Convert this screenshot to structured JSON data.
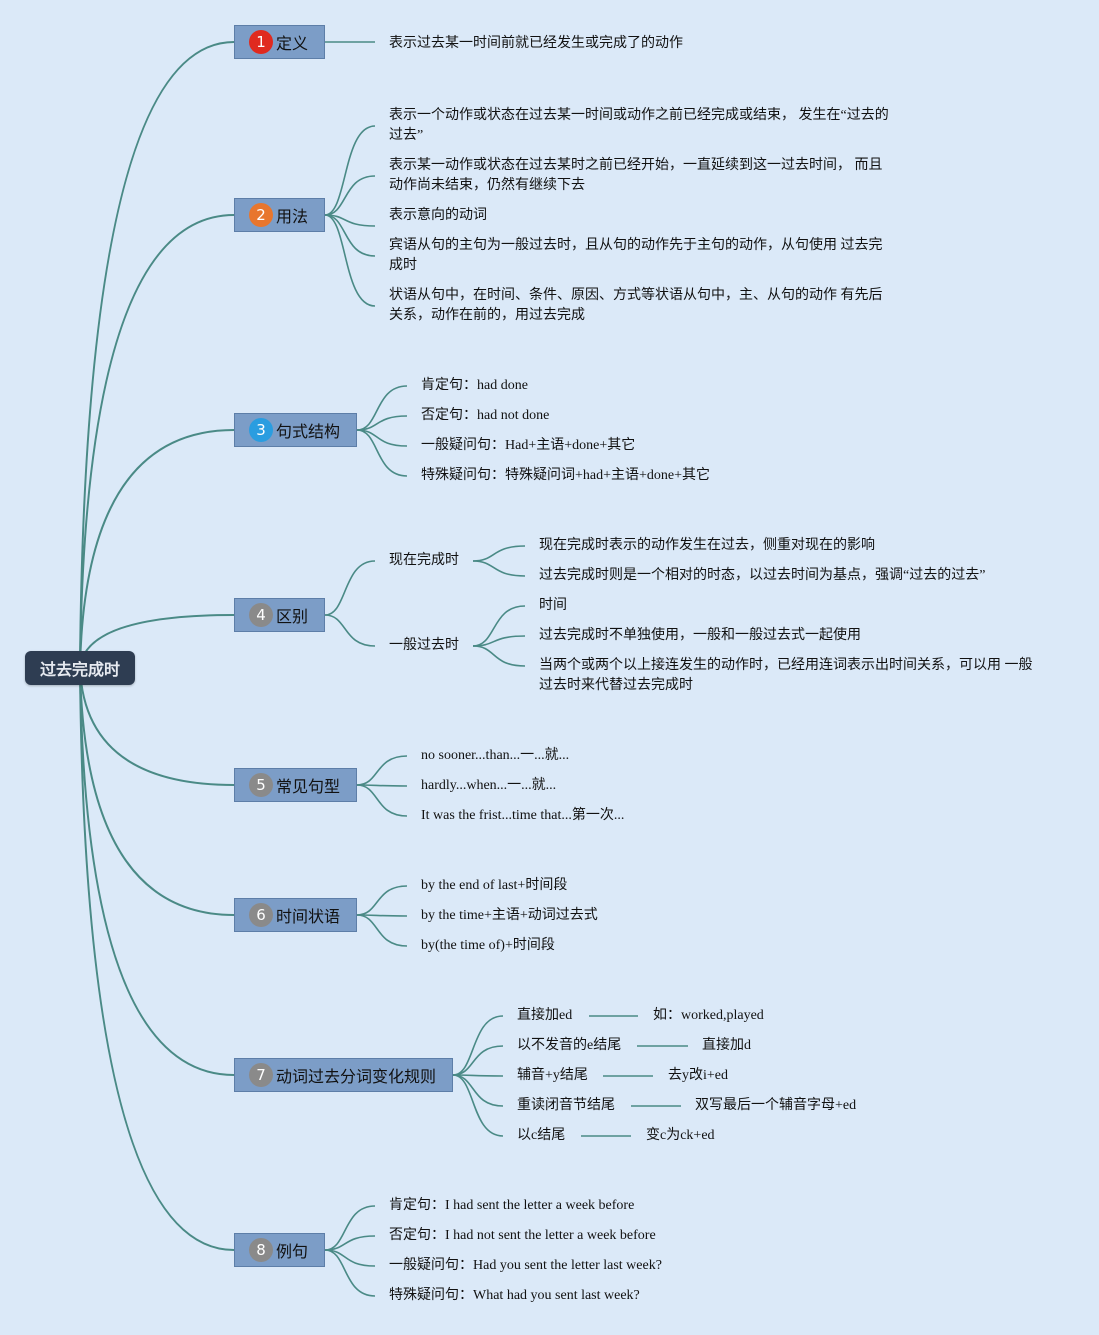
{
  "colors": {
    "background": "#dbe9f8",
    "link": "#4a8a86",
    "root": "#2e3d52",
    "topic": "#7c9dc7"
  },
  "root": "过去完成时",
  "topics": [
    {
      "num": "1",
      "badge_color": "#e02a1f",
      "label": "定义",
      "items": [
        "表示过去某一时间前就已经发生或完成了的动作"
      ]
    },
    {
      "num": "2",
      "badge_color": "#e8762d",
      "label": "用法",
      "items": [
        "表示一个动作或状态在过去某一时间或动作之前已经完成或结束， 发生在“过去的过去”",
        "表示某一动作或状态在过去某时之前已经开始，一直延续到这一过去时间， 而且动作尚未结束，仍然有继续下去",
        "表示意向的动词",
        "宾语从句的主句为一般过去时，且从句的动作先于主句的动作，从句使用 过去完成时",
        "状语从句中，在时间、条件、原因、方式等状语从句中，主、从句的动作 有先后关系，动作在前的，用过去完成"
      ]
    },
    {
      "num": "3",
      "badge_color": "#2a9de0",
      "label": "句式结构",
      "items": [
        "肯定句：had done",
        "否定句：had not done",
        "一般疑问句：Had+主语+done+其它",
        "特殊疑问句：特殊疑问词+had+主语+done+其它"
      ]
    },
    {
      "num": "4",
      "badge_color": "#8a8a8a",
      "label": "区别",
      "groups": [
        {
          "label": "现在完成时",
          "items": [
            "现在完成时表示的动作发生在过去，侧重对现在的影响",
            "过去完成时则是一个相对的时态，以过去时间为基点，强调“过去的过去”"
          ]
        },
        {
          "label": "一般过去时",
          "items": [
            "时间",
            "过去完成时不单独使用，一般和一般过去式一起使用",
            "当两个或两个以上接连发生的动作时，已经用连词表示出时间关系，可以用 一般过去时来代替过去完成时"
          ]
        }
      ]
    },
    {
      "num": "5",
      "badge_color": "#8a8a8a",
      "label": "常见句型",
      "items": [
        "no sooner...than...一...就...",
        "hardly...when...一...就...",
        "It was the frist...time that...第一次..."
      ]
    },
    {
      "num": "6",
      "badge_color": "#8a8a8a",
      "label": "时间状语",
      "items": [
        "by the end of last+时间段",
        "by the time+主语+动词过去式",
        "by(the time of)+时间段"
      ]
    },
    {
      "num": "7",
      "badge_color": "#8a8a8a",
      "label": "动词过去分词变化规则",
      "rules": [
        {
          "rule": "直接加ed",
          "result": "如：worked,played"
        },
        {
          "rule": "以不发音的e结尾",
          "result": "直接加d"
        },
        {
          "rule": "辅音+y结尾",
          "result": "去y改i+ed"
        },
        {
          "rule": "重读闭音节结尾",
          "result": "双写最后一个辅音字母+ed"
        },
        {
          "rule": "以c结尾",
          "result": "变c为ck+ed"
        }
      ]
    },
    {
      "num": "8",
      "badge_color": "#8a8a8a",
      "label": "例句",
      "items": [
        "肯定句：I had sent the letter a week before",
        "否定句：I had not sent the letter a week before",
        "一般疑问句：Had  you sent the letter last week?",
        "特殊疑问句：What had you sent last week?"
      ]
    }
  ]
}
